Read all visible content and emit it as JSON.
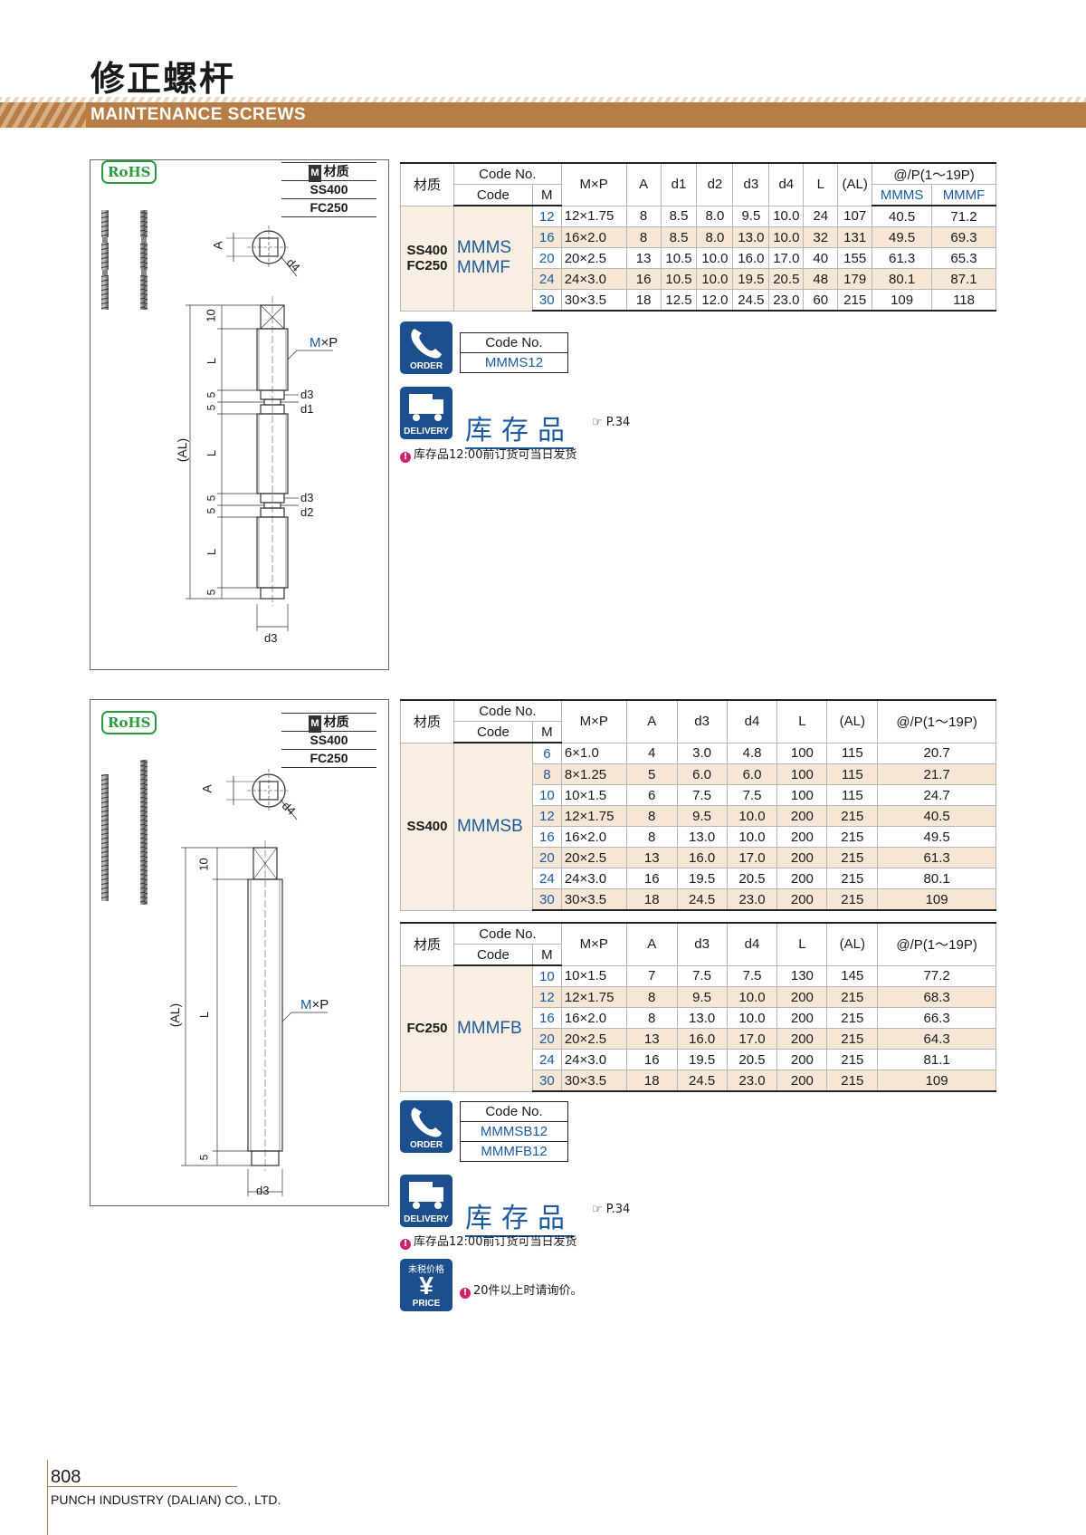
{
  "page": {
    "title_cn": "修正螺杆",
    "title_en": "MAINTENANCE SCREWS",
    "page_number": "808",
    "company": "PUNCH INDUSTRY (DALIAN) CO., LTD."
  },
  "figure": {
    "rohs": "RoHS",
    "material_header": "材质",
    "materials": [
      "SS400",
      "FC250"
    ],
    "dim": {
      "A": "A",
      "d4": "d4",
      "d3": "d3",
      "d1": "d1",
      "d2": "d2",
      "AL": "(AL)",
      "L": "L",
      "mxp_m": "M",
      "mxp_rest": "×P",
      "n10": "10",
      "n5": "5",
      "n5b": "5"
    }
  },
  "table1": {
    "headers": {
      "material": "材质",
      "code_no": "Code No.",
      "code": "Code",
      "m": "M",
      "mxp": "M×P",
      "a": "A",
      "d1": "d1",
      "d2": "d2",
      "d3": "d3",
      "d4": "d4",
      "l": "L",
      "al": "(AL)",
      "price": "@/P(1～19P)",
      "mmms": "MMMS",
      "mmmf": "MMMF"
    },
    "material": [
      "SS400",
      "FC250"
    ],
    "codes": [
      "MMMS",
      "MMMF"
    ],
    "rows": [
      [
        "12",
        "12×1.75",
        "8",
        "8.5",
        "8.0",
        "9.5",
        "10.0",
        "24",
        "107",
        "40.5",
        "71.2"
      ],
      [
        "16",
        "16×2.0",
        "8",
        "8.5",
        "8.0",
        "13.0",
        "10.0",
        "32",
        "131",
        "49.5",
        "69.3"
      ],
      [
        "20",
        "20×2.5",
        "13",
        "10.5",
        "10.0",
        "16.0",
        "17.0",
        "40",
        "155",
        "61.3",
        "65.3"
      ],
      [
        "24",
        "24×3.0",
        "16",
        "10.5",
        "10.0",
        "19.5",
        "20.5",
        "48",
        "179",
        "80.1",
        "87.1"
      ],
      [
        "30",
        "30×3.5",
        "18",
        "12.5",
        "12.0",
        "24.5",
        "23.0",
        "60",
        "215",
        "109",
        "118"
      ]
    ]
  },
  "order1": {
    "badge": "ORDER",
    "header": "Code No.",
    "codes": [
      "MMMS12"
    ]
  },
  "delivery": {
    "badge": "DELIVERY",
    "stock": "库存品",
    "ref": "P.34",
    "note": "库存品12:00前订货可当日发货"
  },
  "table2": {
    "headers": {
      "material": "材质",
      "code_no": "Code No.",
      "code": "Code",
      "m": "M",
      "mxp": "M×P",
      "a": "A",
      "d3": "d3",
      "d4": "d4",
      "l": "L",
      "al": "(AL)",
      "price": "@/P(1～19P)"
    },
    "material": "SS400",
    "code": "MMMSB",
    "rows": [
      [
        "6",
        "6×1.0",
        "4",
        "3.0",
        "4.8",
        "100",
        "115",
        "20.7"
      ],
      [
        "8",
        "8×1.25",
        "5",
        "6.0",
        "6.0",
        "100",
        "115",
        "21.7"
      ],
      [
        "10",
        "10×1.5",
        "6",
        "7.5",
        "7.5",
        "100",
        "115",
        "24.7"
      ],
      [
        "12",
        "12×1.75",
        "8",
        "9.5",
        "10.0",
        "200",
        "215",
        "40.5"
      ],
      [
        "16",
        "16×2.0",
        "8",
        "13.0",
        "10.0",
        "200",
        "215",
        "49.5"
      ],
      [
        "20",
        "20×2.5",
        "13",
        "16.0",
        "17.0",
        "200",
        "215",
        "61.3"
      ],
      [
        "24",
        "24×3.0",
        "16",
        "19.5",
        "20.5",
        "200",
        "215",
        "80.1"
      ],
      [
        "30",
        "30×3.5",
        "18",
        "24.5",
        "23.0",
        "200",
        "215",
        "109"
      ]
    ]
  },
  "table3": {
    "material": "FC250",
    "code": "MMMFB",
    "rows": [
      [
        "10",
        "10×1.5",
        "7",
        "7.5",
        "7.5",
        "130",
        "145",
        "77.2"
      ],
      [
        "12",
        "12×1.75",
        "8",
        "9.5",
        "10.0",
        "200",
        "215",
        "68.3"
      ],
      [
        "16",
        "16×2.0",
        "8",
        "13.0",
        "10.0",
        "200",
        "215",
        "66.3"
      ],
      [
        "20",
        "20×2.5",
        "13",
        "16.0",
        "17.0",
        "200",
        "215",
        "64.3"
      ],
      [
        "24",
        "24×3.0",
        "16",
        "19.5",
        "20.5",
        "200",
        "215",
        "81.1"
      ],
      [
        "30",
        "30×3.5",
        "18",
        "24.5",
        "23.0",
        "200",
        "215",
        "109"
      ]
    ]
  },
  "order2": {
    "badge": "ORDER",
    "header": "Code No.",
    "codes": [
      "MMMSB12",
      "MMMFB12"
    ]
  },
  "price": {
    "badge_top": "未税价格",
    "badge_bottom": "PRICE",
    "note": "20件以上时请询价。"
  }
}
